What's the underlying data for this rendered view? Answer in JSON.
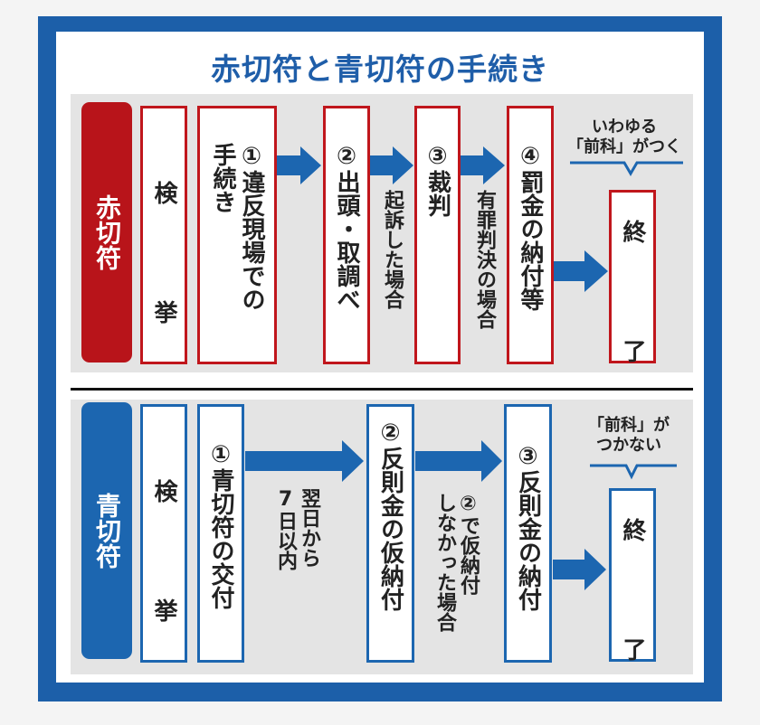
{
  "title": "赤切符と青切符の手続き",
  "colors": {
    "frame": "#1c5fa9",
    "red": "#b8141a",
    "blue": "#1c66b0",
    "arrow": "#1c66b0"
  },
  "red": {
    "label": "赤切符",
    "kenkyo": "検　挙",
    "steps": [
      {
        "line1": "①違反現場での",
        "line2": "手続き"
      },
      {
        "line1": "②出頭・取調べ"
      },
      {
        "line1": "③裁判"
      },
      {
        "line1": "④罰金の納付等"
      }
    ],
    "notes": [
      "起訴した場合",
      "有罪判決の場合"
    ],
    "annotation": {
      "line1": "いわゆる",
      "line2": "「前科」がつく"
    },
    "end": "終　了"
  },
  "blue": {
    "label": "青切符",
    "kenkyo": "検　挙",
    "steps": [
      {
        "line1": "①青切符の交付"
      },
      {
        "line1": "②反則金の仮納付"
      },
      {
        "line1": "③反則金の納付"
      }
    ],
    "notes": [
      {
        "line1": "翌日から",
        "line2": "7日以内"
      },
      {
        "line1": "②で仮納付",
        "line2": "しなかった場合"
      }
    ],
    "annotation": {
      "line1": "「前科」が",
      "line2": "つかない"
    },
    "end": "終　了"
  }
}
